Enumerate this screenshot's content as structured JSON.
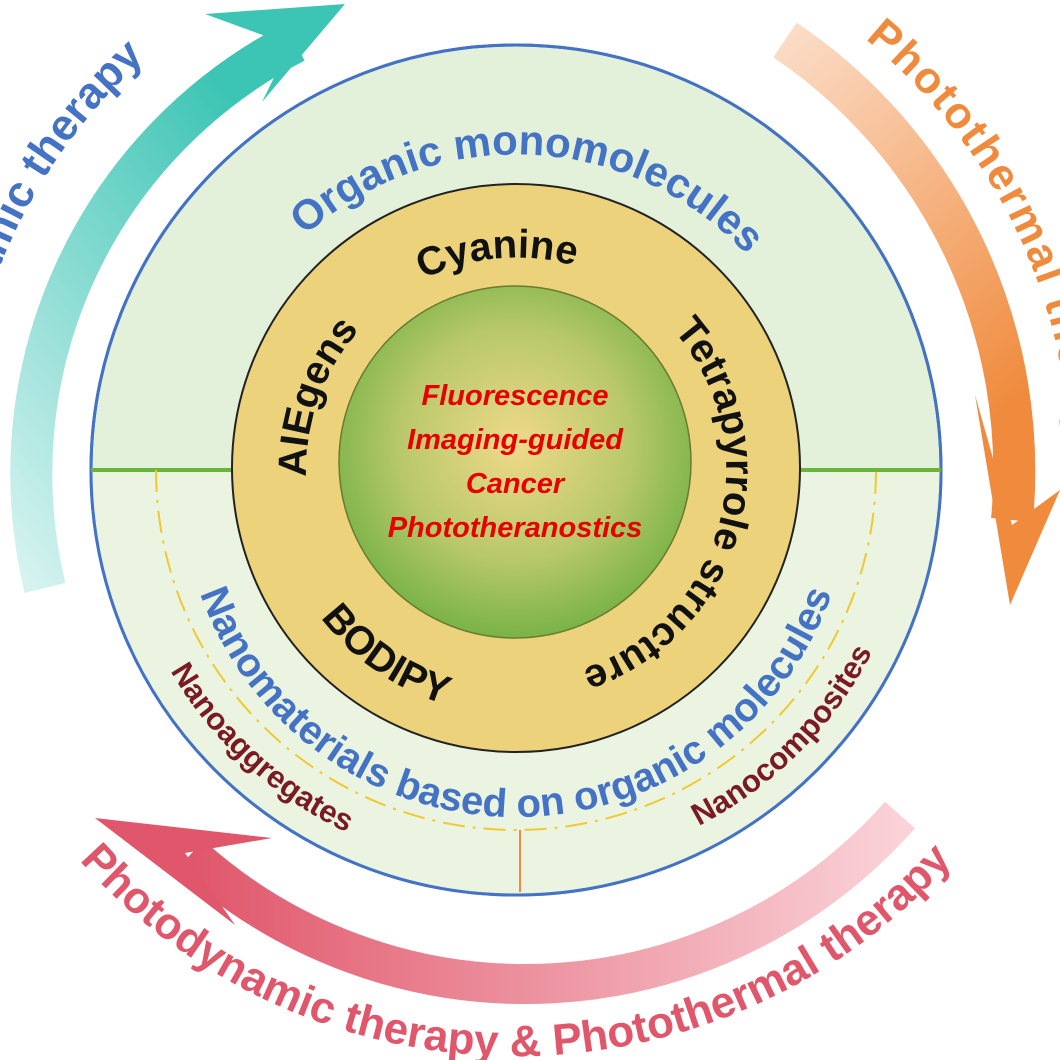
{
  "outer_cycle": {
    "left_arrow_label": "Photodynamic therapy",
    "right_arrow_label": "Photothermal therapy",
    "bottom_arrow_label": "Photodynamic therapy & Photothermal therapy",
    "colors": {
      "left": "#3cc4b4",
      "right": "#f08a3c",
      "bottom": "#e0566a"
    }
  },
  "outer_ring": {
    "top_label": "Organic monomolecules",
    "bottom_label": "Nanomaterials based on organic molecules",
    "bottom_left_label": "Nanoaggregates",
    "bottom_right_label": "Nanocomposites",
    "label_color": "#4472c4",
    "sub_label_color": "#7a1a24"
  },
  "middle_ring": {
    "labels": [
      "Cyanine",
      "Tetrapyrrole structure",
      "BODIPY",
      "AIEgens"
    ]
  },
  "center": {
    "lines": [
      "Fluorescence",
      "Imaging-guided",
      "Cancer",
      "Phototheranostics"
    ],
    "color": "#e60000"
  }
}
